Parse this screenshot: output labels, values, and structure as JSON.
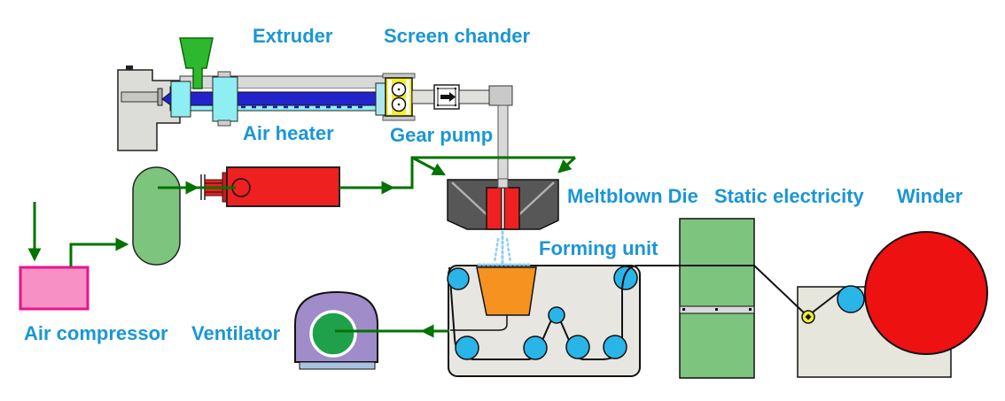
{
  "labels": {
    "extruder": "Extruder",
    "screen_changer": "Screen chander",
    "air_heater": "Air heater",
    "gear_pump": "Gear pump",
    "meltblown_die": "Meltblown Die",
    "static_electricity": "Static electricity",
    "winder": "Winder",
    "forming_unit": "Forming unit",
    "air_compressor": "Air compressor",
    "ventilator": "Ventilator"
  },
  "colors": {
    "label_text": "#1b96d5",
    "flow_arrow_green": "#007300",
    "hopper_green": "#2eb82e",
    "air_tank_green": "#7dc47e",
    "static_unit_green": "#7dc47e",
    "heater_red": "#ee2020",
    "winder_roll_red": "#ee1111",
    "roller_blue": "#2ab5e8",
    "ventilator_purple": "#a08cc8",
    "ventilator_fan_green": "#1fa04a",
    "ventilator_base_blue": "#a9c2e2",
    "compressor_pink_fill": "#f690c5",
    "compressor_pink_border": "#e8158d",
    "die_gray": "#575757",
    "gear_pump_yellow": "#f2ee30",
    "collector_orange": "#f59220",
    "screw_blue": "#2323cc",
    "barrel_cyan": "#8feef2",
    "melt_spray_blue": "#8fd0f0"
  }
}
